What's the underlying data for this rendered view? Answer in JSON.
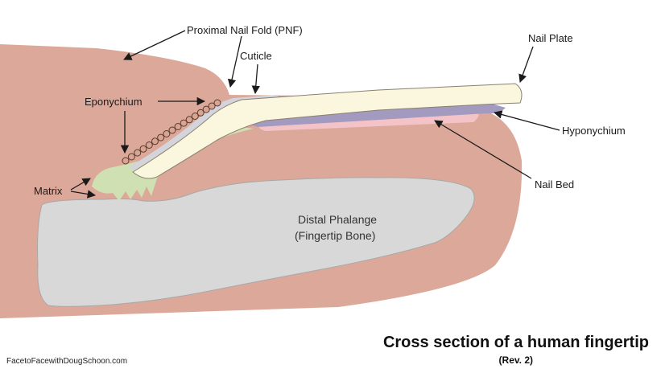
{
  "labels": {
    "proximal_nail_fold": "Proximal Nail Fold (PNF)",
    "cuticle": "Cuticle",
    "nail_plate": "Nail Plate",
    "eponychium": "Eponychium",
    "hyponychium": "Hyponychium",
    "matrix": "Matrix",
    "nail_bed": "Nail Bed",
    "distal_phalange_line1": "Distal Phalange",
    "distal_phalange_line2": "(Fingertip Bone)"
  },
  "title": {
    "main": "Cross section of a human fingertip",
    "sub": "(Rev. 2)"
  },
  "credit": "FacetoFacewithDougSchoon.com",
  "colors": {
    "skin": "#dba899",
    "bone": "#d8d8d8",
    "nail_plate": "#fbf6de",
    "matrix": "#cfe0b2",
    "nail_bed": "#f3c3c8",
    "hyponychium": "#a39abf",
    "cuticle": "#d4d4dc",
    "eponychium_beads": "#d9a593"
  }
}
